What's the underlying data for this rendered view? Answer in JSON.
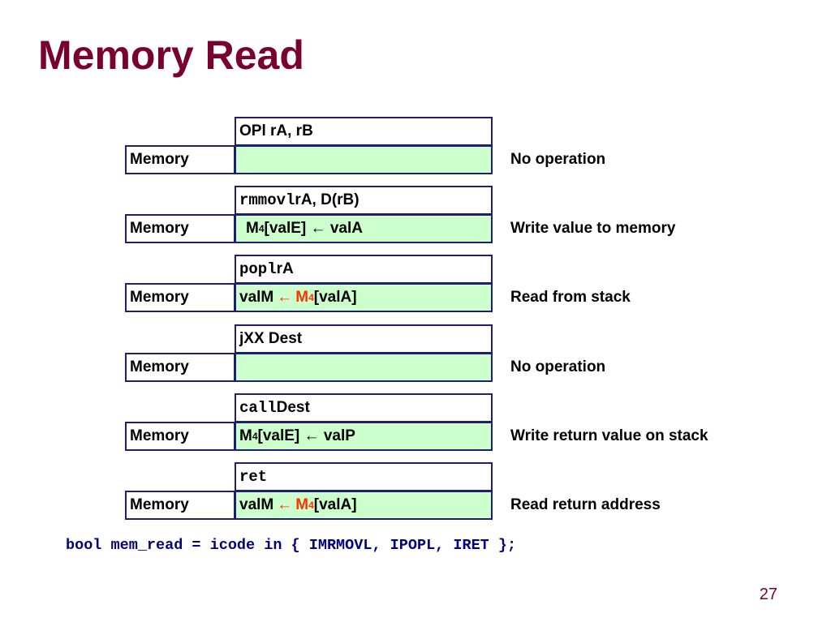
{
  "slide": {
    "title": "Memory Read",
    "page_number": "27",
    "code_line": "bool mem_read = icode in { IMRMOVL, IPOPL, IRET };"
  },
  "colors": {
    "title": "#7a0030",
    "box_border": "#1f1f70",
    "action_fill": "#ccffcc",
    "highlight_red": "#ff3300",
    "code_text": "#000080"
  },
  "stage_label": "Memory",
  "rows": [
    {
      "instruction": {
        "mono": "",
        "text": "OPl rA, rB"
      },
      "action": {
        "dst": "",
        "arrow": "",
        "mem": "",
        "sub": "",
        "src": ""
      },
      "description": "No operation"
    },
    {
      "instruction": {
        "mono": "rmmovl",
        "text": " rA, D(rB)"
      },
      "action": {
        "dst": "",
        "arrow": "",
        "mem": "M",
        "sub": "4",
        "src": "[valE] ← valA"
      },
      "description": "Write value to memory"
    },
    {
      "instruction": {
        "mono": "popl",
        "text": " rA"
      },
      "action": {
        "dst": "valM",
        "arrow": "←",
        "mem": "M",
        "sub": "4",
        "src": "[valA]"
      },
      "description": "Read from stack"
    },
    {
      "instruction": {
        "mono": "",
        "text": "jXX Dest"
      },
      "action": {
        "dst": "",
        "arrow": "",
        "mem": "",
        "sub": "",
        "src": ""
      },
      "description": "No operation"
    },
    {
      "instruction": {
        "mono": "call",
        "text": " Dest"
      },
      "action": {
        "dst": "",
        "arrow": "",
        "mem": "M",
        "sub": "4",
        "src": "[valE] ← valP"
      },
      "description": "Write return value on stack"
    },
    {
      "instruction": {
        "mono": "ret",
        "text": ""
      },
      "action": {
        "dst": "valM",
        "arrow": "←",
        "mem": "M",
        "sub": "4",
        "src": "[valA]"
      },
      "description": "Read return address"
    }
  ]
}
